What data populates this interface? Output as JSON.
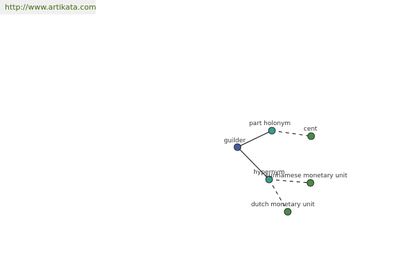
{
  "banner": {
    "url_text": "http://www.artikata.com"
  },
  "colors": {
    "banner_text": "#4a6a1a",
    "banner_bg": "#f0f0f0",
    "root_node": "#4a5a9a",
    "relation_node": "#3a9a8a",
    "term_node": "#4a8a4a",
    "edge": "#000000"
  },
  "graph": {
    "nodes": [
      {
        "id": "guilder",
        "label": "guilder",
        "kind": "root"
      },
      {
        "id": "part-holonym",
        "label": "part holonym",
        "kind": "relation"
      },
      {
        "id": "cent",
        "label": "cent",
        "kind": "term"
      },
      {
        "id": "hypernym",
        "label": "hypernym",
        "kind": "relation"
      },
      {
        "id": "surinamese-monetary-unit",
        "label": "surinamese monetary unit",
        "kind": "term"
      },
      {
        "id": "dutch-monetary-unit",
        "label": "dutch monetary unit",
        "kind": "term"
      }
    ],
    "edges": [
      {
        "from": "guilder",
        "to": "part-holonym",
        "style": "solid"
      },
      {
        "from": "guilder",
        "to": "hypernym",
        "style": "solid"
      },
      {
        "from": "part-holonym",
        "to": "cent",
        "style": "dashed"
      },
      {
        "from": "hypernym",
        "to": "surinamese-monetary-unit",
        "style": "dashed"
      },
      {
        "from": "hypernym",
        "to": "dutch-monetary-unit",
        "style": "dashed"
      }
    ]
  }
}
